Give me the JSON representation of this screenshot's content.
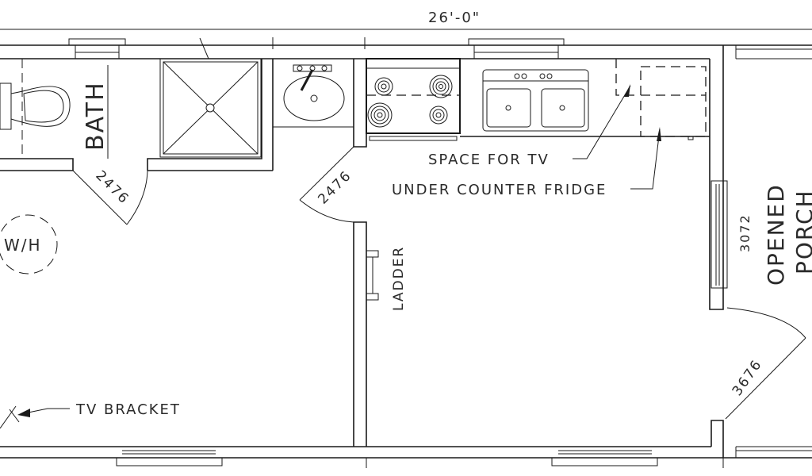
{
  "dimensions": {
    "overall_length": "26'-0\""
  },
  "rooms": {
    "bath": "BATH",
    "porch_line1": "OPENED",
    "porch_line2": "PORCH"
  },
  "doors": {
    "bath_door": "2476",
    "kitchen_door": "2476",
    "porch_door": "3676",
    "porch_window": "3072"
  },
  "fixtures": {
    "water_heater": "W/H",
    "ladder": "LADDER"
  },
  "annotations": {
    "space_for_tv": "SPACE FOR TV",
    "under_counter_fridge": "UNDER COUNTER FRIDGE",
    "tv_bracket": "TV BRACKET"
  }
}
